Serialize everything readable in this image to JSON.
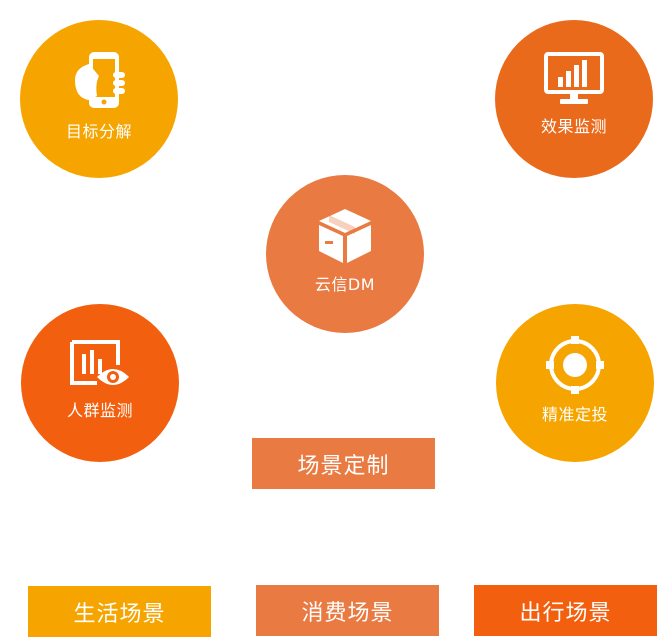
{
  "circles": {
    "target": {
      "label": "目标分解",
      "icon": "phone-hand-icon",
      "color": "#f6a500"
    },
    "effect": {
      "label": "效果监测",
      "icon": "monitor-chart-icon",
      "color": "#ea6a1c"
    },
    "center": {
      "label": "云信DM",
      "icon": "package-box-icon",
      "color": "#e87a42"
    },
    "crowd": {
      "label": "人群监测",
      "icon": "chart-eye-icon",
      "color": "#f2600f"
    },
    "precise": {
      "label": "精准定投",
      "icon": "crosshair-target-icon",
      "color": "#f6a500"
    }
  },
  "scenes": {
    "custom": {
      "label": "场景定制",
      "color": "#e87a42"
    },
    "life": {
      "label": "生活场景",
      "color": "#f6a500"
    },
    "consume": {
      "label": "消费场景",
      "color": "#e87a42"
    },
    "travel": {
      "label": "出行场景",
      "color": "#f2600f"
    }
  }
}
